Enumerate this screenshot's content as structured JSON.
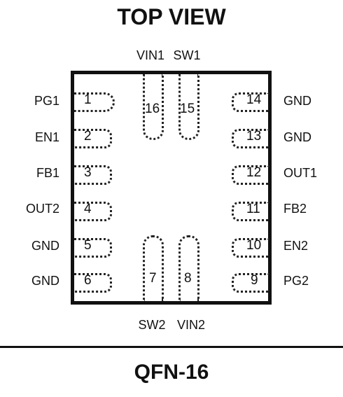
{
  "title": "TOP VIEW",
  "package": "QFN-16",
  "pins": [
    {
      "num": "1",
      "name": "PG1"
    },
    {
      "num": "2",
      "name": "EN1"
    },
    {
      "num": "3",
      "name": "FB1"
    },
    {
      "num": "4",
      "name": "OUT2"
    },
    {
      "num": "5",
      "name": "GND"
    },
    {
      "num": "6",
      "name": "GND"
    },
    {
      "num": "7",
      "name": "SW2"
    },
    {
      "num": "8",
      "name": "VIN2"
    },
    {
      "num": "9",
      "name": "PG2"
    },
    {
      "num": "10",
      "name": "EN2"
    },
    {
      "num": "11",
      "name": "FB2"
    },
    {
      "num": "12",
      "name": "OUT1"
    },
    {
      "num": "13",
      "name": "GND"
    },
    {
      "num": "14",
      "name": "GND"
    },
    {
      "num": "15",
      "name": "SW1"
    },
    {
      "num": "16",
      "name": "VIN1"
    }
  ]
}
